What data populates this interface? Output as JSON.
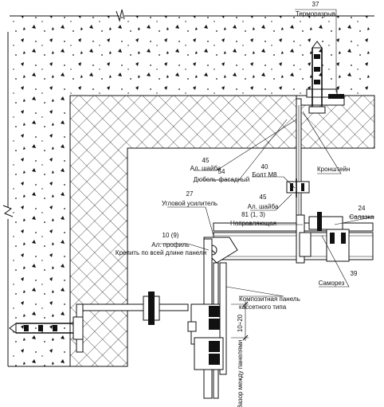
{
  "drawing": {
    "callouts": [
      {
        "id": "thermal-break",
        "number": "37",
        "text": "Терморазрыв"
      },
      {
        "id": "bracket",
        "number": "",
        "text": "Кронштейн"
      },
      {
        "id": "washer-top",
        "number": "45",
        "text": "Ал. шайба"
      },
      {
        "id": "facade-dowel",
        "number": "54",
        "text": "Дюбель-фасадный"
      },
      {
        "id": "bolt",
        "number": "40",
        "text": "Болт М8"
      },
      {
        "id": "washer-mid",
        "number": "45",
        "text": "Ал. шайба"
      },
      {
        "id": "corner-reinforcer",
        "number": "27",
        "text": "Угловой усилитель"
      },
      {
        "id": "guide",
        "number": "81 (1, 3)",
        "text": "Направляющая"
      },
      {
        "id": "skid",
        "number": "24",
        "text": "Салазка"
      },
      {
        "id": "al-profile",
        "number": "10 (9)",
        "text": "Ал. профиль"
      },
      {
        "id": "fix-note",
        "number": "",
        "text": "Крепить по всей длине панели"
      },
      {
        "id": "screw",
        "number": "39",
        "text": "Саморез"
      },
      {
        "id": "composite-panel",
        "number": "",
        "text": "Композитная панель\nкассетного типа"
      }
    ],
    "dimension_text": "10÷20",
    "gap_note": "Зазор между панелями"
  }
}
